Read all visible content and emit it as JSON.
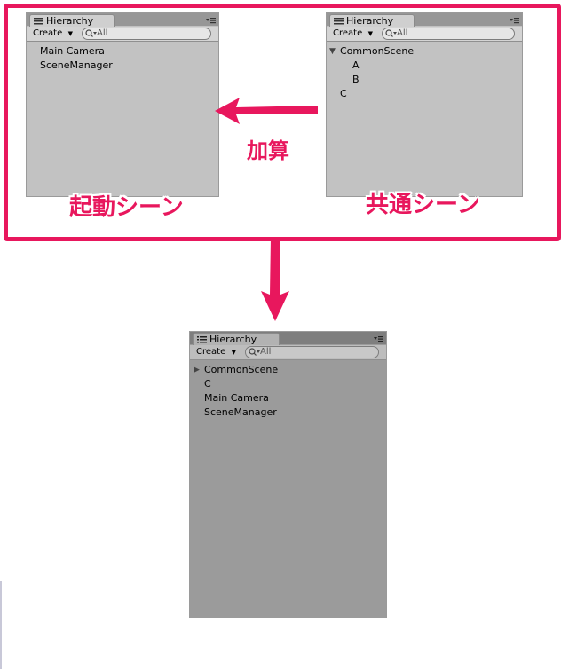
{
  "accent_color": "#e8175d",
  "labels": {
    "startup_scene": "起動シーン",
    "common_scene": "共通シーン",
    "additive": "加算"
  },
  "panel_startup": {
    "tab_title": "Hierarchy",
    "create_label": "Create",
    "search_placeholder": "All",
    "items": [
      "Main Camera",
      "SceneManager"
    ]
  },
  "panel_common": {
    "tab_title": "Hierarchy",
    "create_label": "Create",
    "search_placeholder": "All",
    "root": "CommonScene",
    "children": [
      "A",
      "B"
    ],
    "items": [
      "C"
    ]
  },
  "panel_result": {
    "tab_title": "Hierarchy",
    "create_label": "Create",
    "search_placeholder": "All",
    "items": [
      "CommonScene",
      "C",
      "Main Camera",
      "SceneManager"
    ]
  }
}
